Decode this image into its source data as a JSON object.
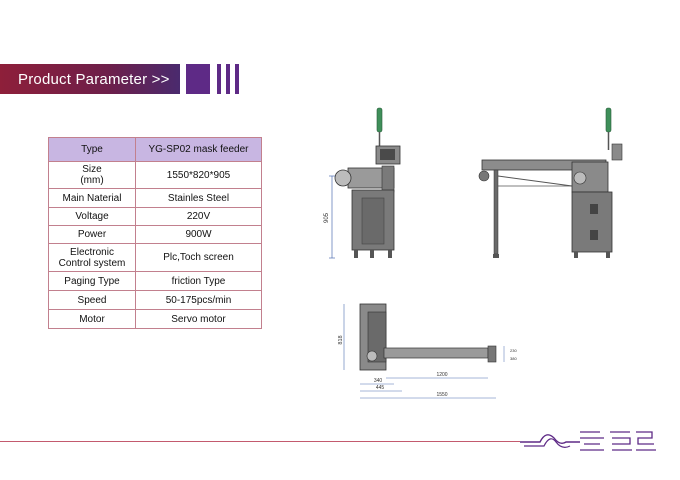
{
  "header": {
    "title": "Product Parameter >>"
  },
  "spec_table": {
    "header": {
      "key": "Type",
      "value": "YG-SP02 mask feeder"
    },
    "rows": [
      {
        "key": "Size\n(mm)",
        "value": "1550*820*905"
      },
      {
        "key": "Main Naterial",
        "value": "Stainles Steel"
      },
      {
        "key": "Voltage",
        "value": "220V"
      },
      {
        "key": "Power",
        "value": "900W"
      },
      {
        "key": "Electronic\nControl system",
        "value": "Plc,Toch screen"
      },
      {
        "key": "Paging Type",
        "value": "friction Type"
      },
      {
        "key": "Speed",
        "value": "50-175pcs/min"
      },
      {
        "key": "Motor",
        "value": "Servo motor"
      }
    ]
  },
  "drawings": {
    "side_height_dim": "905",
    "top_depth_dim": "818",
    "top_dim_340": "340",
    "top_dim_445": "445",
    "top_dim_1200": "1200",
    "top_dim_1550": "1550",
    "top_dim_small_1": "230",
    "top_dim_small_2": "380"
  },
  "colors": {
    "header_bar": "#8e1f3a",
    "accent_purple": "#5e2a86",
    "table_header_bg": "#c8b6e2",
    "table_border": "#c2808e",
    "machine_gray": "#6e6e6e",
    "handle_green": "#3f8f5a"
  }
}
